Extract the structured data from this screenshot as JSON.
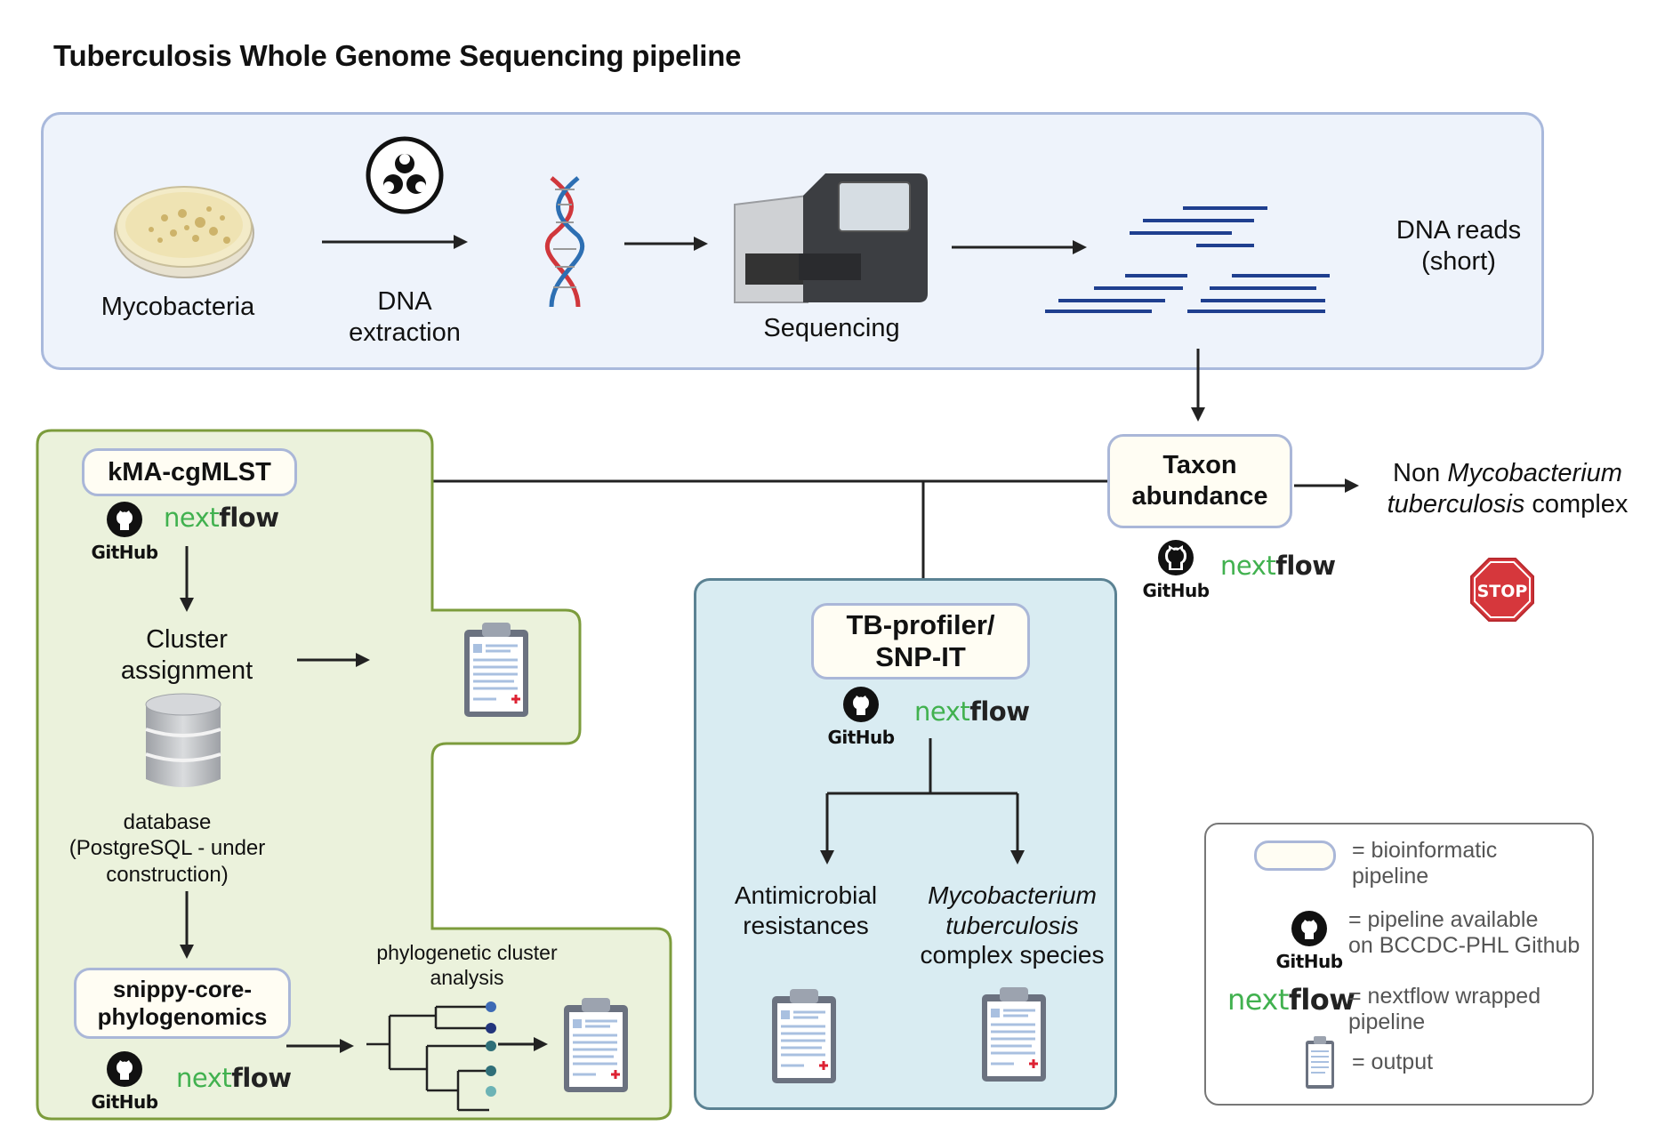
{
  "title": "Tuberculosis Whole Genome Sequencing pipeline",
  "top_panel": {
    "mycobacteria": "Mycobacteria",
    "dna_extraction": "DNA\nextraction",
    "sequencing": "Sequencing",
    "dna_reads": "DNA reads\n(short)"
  },
  "taxon": {
    "label": "Taxon\nabundance",
    "non_mtb_prefix": "Non ",
    "non_mtb_italic1": "Mycobacterium",
    "non_mtb_italic2": "tuberculosis",
    "non_mtb_suffix": " complex",
    "stop": "STOP"
  },
  "kma": {
    "label": "kMA-cgMLST",
    "cluster": "Cluster\nassignment",
    "database": "database\n(PostgreSQL - under\nconstruction)"
  },
  "snippy": {
    "label": "snippy-core-\nphylogenomics",
    "phylo": "phylogenetic cluster\nanalysis"
  },
  "tbprofiler": {
    "label": "TB-profiler/\nSNP-IT",
    "amr": "Antimicrobial\nresistances",
    "species_italic1": "Mycobacterium",
    "species_italic2": "tuberculosis",
    "species_rest": "complex species"
  },
  "github_label": "GitHub",
  "nextflow": {
    "part1": "next",
    "part2": "flow"
  },
  "legend": {
    "bioinformatic": "= bioinformatic\npipeline",
    "github": "= pipeline available\non BCCDC-PHL Github",
    "nextflow": "= nextflow wrapped\npipeline",
    "output": "= output"
  },
  "colors": {
    "top_panel": "#eef3fb",
    "green_panel": "#ebf2dc",
    "green_border": "#7c9c3c",
    "blue_panel": "#d9ecf2",
    "pill_border": "#aab7d8",
    "nextflow_green": "#41b14f",
    "stop_red": "#d6373c"
  }
}
